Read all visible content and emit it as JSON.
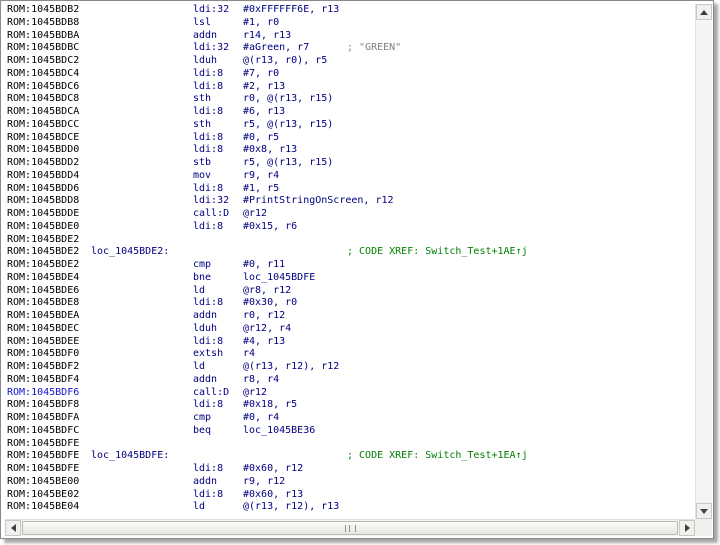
{
  "listing": {
    "lines": [
      {
        "addr": "ROM:1045BDB2",
        "label": "",
        "mnemonic": "ldi:32",
        "operands": "#0xFFFFFF6E, r13",
        "comment": "",
        "xref": ""
      },
      {
        "addr": "ROM:1045BDB8",
        "label": "",
        "mnemonic": "lsl",
        "operands": "#1, r0",
        "comment": "",
        "xref": ""
      },
      {
        "addr": "ROM:1045BDBA",
        "label": "",
        "mnemonic": "addn",
        "operands": "r14, r13",
        "comment": "",
        "xref": ""
      },
      {
        "addr": "ROM:1045BDBC",
        "label": "",
        "mnemonic": "ldi:32",
        "operands": "#aGreen, r7",
        "comment": "; \"GREEN\"",
        "xref": ""
      },
      {
        "addr": "ROM:1045BDC2",
        "label": "",
        "mnemonic": "lduh",
        "operands": "@(r13, r0), r5",
        "comment": "",
        "xref": ""
      },
      {
        "addr": "ROM:1045BDC4",
        "label": "",
        "mnemonic": "ldi:8",
        "operands": "#7, r0",
        "comment": "",
        "xref": ""
      },
      {
        "addr": "ROM:1045BDC6",
        "label": "",
        "mnemonic": "ldi:8",
        "operands": "#2, r13",
        "comment": "",
        "xref": ""
      },
      {
        "addr": "ROM:1045BDC8",
        "label": "",
        "mnemonic": "sth",
        "operands": "r0, @(r13, r15)",
        "comment": "",
        "xref": ""
      },
      {
        "addr": "ROM:1045BDCA",
        "label": "",
        "mnemonic": "ldi:8",
        "operands": "#6, r13",
        "comment": "",
        "xref": ""
      },
      {
        "addr": "ROM:1045BDCC",
        "label": "",
        "mnemonic": "sth",
        "operands": "r5, @(r13, r15)",
        "comment": "",
        "xref": ""
      },
      {
        "addr": "ROM:1045BDCE",
        "label": "",
        "mnemonic": "ldi:8",
        "operands": "#0, r5",
        "comment": "",
        "xref": ""
      },
      {
        "addr": "ROM:1045BDD0",
        "label": "",
        "mnemonic": "ldi:8",
        "operands": "#0x8, r13",
        "comment": "",
        "xref": ""
      },
      {
        "addr": "ROM:1045BDD2",
        "label": "",
        "mnemonic": "stb",
        "operands": "r5, @(r13, r15)",
        "comment": "",
        "xref": ""
      },
      {
        "addr": "ROM:1045BDD4",
        "label": "",
        "mnemonic": "mov",
        "operands": "r9, r4",
        "comment": "",
        "xref": ""
      },
      {
        "addr": "ROM:1045BDD6",
        "label": "",
        "mnemonic": "ldi:8",
        "operands": "#1, r5",
        "comment": "",
        "xref": ""
      },
      {
        "addr": "ROM:1045BDD8",
        "label": "",
        "mnemonic": "ldi:32",
        "operands": "#PrintStringOnScreen, r12",
        "comment": "",
        "xref": ""
      },
      {
        "addr": "ROM:1045BDDE",
        "label": "",
        "mnemonic": "call:D",
        "operands": "@r12",
        "comment": "",
        "xref": ""
      },
      {
        "addr": "ROM:1045BDE0",
        "label": "",
        "mnemonic": "ldi:8",
        "operands": "#0x15, r6",
        "comment": "",
        "xref": ""
      },
      {
        "addr": "ROM:1045BDE2",
        "label": "",
        "mnemonic": "",
        "operands": "",
        "comment": "",
        "xref": ""
      },
      {
        "addr": "ROM:1045BDE2",
        "label": "loc_1045BDE2:",
        "mnemonic": "",
        "operands": "",
        "comment": "",
        "xref": "; CODE XREF: Switch_Test+1AE↑j"
      },
      {
        "addr": "ROM:1045BDE2",
        "label": "",
        "mnemonic": "cmp",
        "operands": "#0, r11",
        "comment": "",
        "xref": ""
      },
      {
        "addr": "ROM:1045BDE4",
        "label": "",
        "mnemonic": "bne",
        "operands": "loc_1045BDFE",
        "comment": "",
        "xref": ""
      },
      {
        "addr": "ROM:1045BDE6",
        "label": "",
        "mnemonic": "ld",
        "operands": "@r8, r12",
        "comment": "",
        "xref": ""
      },
      {
        "addr": "ROM:1045BDE8",
        "label": "",
        "mnemonic": "ldi:8",
        "operands": "#0x30, r0",
        "comment": "",
        "xref": ""
      },
      {
        "addr": "ROM:1045BDEA",
        "label": "",
        "mnemonic": "addn",
        "operands": "r0, r12",
        "comment": "",
        "xref": ""
      },
      {
        "addr": "ROM:1045BDEC",
        "label": "",
        "mnemonic": "lduh",
        "operands": "@r12, r4",
        "comment": "",
        "xref": ""
      },
      {
        "addr": "ROM:1045BDEE",
        "label": "",
        "mnemonic": "ldi:8",
        "operands": "#4, r13",
        "comment": "",
        "xref": ""
      },
      {
        "addr": "ROM:1045BDF0",
        "label": "",
        "mnemonic": "extsh",
        "operands": "r4",
        "comment": "",
        "xref": ""
      },
      {
        "addr": "ROM:1045BDF2",
        "label": "",
        "mnemonic": "ld",
        "operands": "@(r13, r12), r12",
        "comment": "",
        "xref": ""
      },
      {
        "addr": "ROM:1045BDF4",
        "label": "",
        "mnemonic": "addn",
        "operands": "r8, r4",
        "comment": "",
        "xref": ""
      },
      {
        "addr": "ROM:1045BDF6",
        "label": "",
        "mnemonic": "call:D",
        "operands": "@r12",
        "comment": "",
        "xref": "",
        "highlight": true
      },
      {
        "addr": "ROM:1045BDF8",
        "label": "",
        "mnemonic": "ldi:8",
        "operands": "#0x18, r5",
        "comment": "",
        "xref": ""
      },
      {
        "addr": "ROM:1045BDFA",
        "label": "",
        "mnemonic": "cmp",
        "operands": "#0, r4",
        "comment": "",
        "xref": ""
      },
      {
        "addr": "ROM:1045BDFC",
        "label": "",
        "mnemonic": "beq",
        "operands": "loc_1045BE36",
        "comment": "",
        "xref": ""
      },
      {
        "addr": "ROM:1045BDFE",
        "label": "",
        "mnemonic": "",
        "operands": "",
        "comment": "",
        "xref": ""
      },
      {
        "addr": "ROM:1045BDFE",
        "label": "loc_1045BDFE:",
        "mnemonic": "",
        "operands": "",
        "comment": "",
        "xref": "; CODE XREF: Switch_Test+1EA↑j"
      },
      {
        "addr": "ROM:1045BDFE",
        "label": "",
        "mnemonic": "ldi:8",
        "operands": "#0x60, r12",
        "comment": "",
        "xref": ""
      },
      {
        "addr": "ROM:1045BE00",
        "label": "",
        "mnemonic": "addn",
        "operands": "r9, r12",
        "comment": "",
        "xref": ""
      },
      {
        "addr": "ROM:1045BE02",
        "label": "",
        "mnemonic": "ldi:8",
        "operands": "#0x60, r13",
        "comment": "",
        "xref": ""
      },
      {
        "addr": "ROM:1045BE04",
        "label": "",
        "mnemonic": "ld",
        "operands": "@(r13, r12), r13",
        "comment": "",
        "xref": ""
      }
    ]
  },
  "colors": {
    "address": "#000000",
    "address_highlight": "#1010d0",
    "code": "#000080",
    "comment": "#808080",
    "xref": "#008000"
  },
  "icons": {
    "scroll_up": "triangle-up",
    "scroll_down": "triangle-down",
    "scroll_left": "triangle-left",
    "scroll_right": "triangle-right",
    "thumb_grip": "grip-lines"
  }
}
